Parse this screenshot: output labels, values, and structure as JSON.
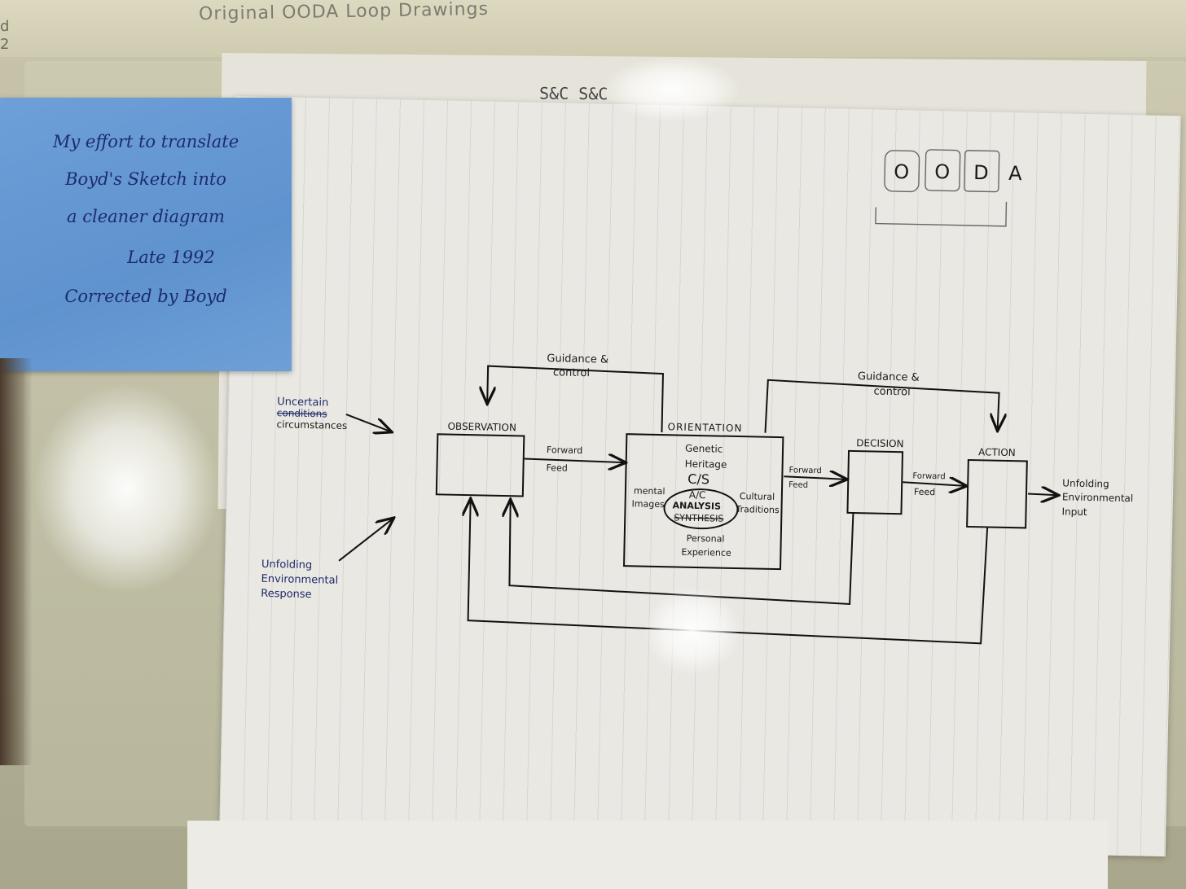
{
  "folder_label": "Original OODA Loop Drawings",
  "folder_edge_marks": [
    "d",
    "2"
  ],
  "sticky_note": {
    "lines": [
      "My effort to translate",
      "Boyd's Sketch into",
      "a cleaner diagram",
      "Late 1992",
      "Corrected by Boyd"
    ]
  },
  "back_sheet_scribble": "S&C   S&C",
  "diagram": {
    "corner_sketch": {
      "letters": [
        "O",
        "O",
        "D",
        "A"
      ]
    },
    "guidance_left": {
      "line1": "Guidance &",
      "line2": "control"
    },
    "guidance_right": {
      "line1": "Guidance &",
      "line2": "control"
    },
    "input_uncertain": {
      "line1": "Uncertain",
      "line2_struck": "conditions",
      "line3": "circumstances"
    },
    "input_unfolding": {
      "line1": "Unfolding",
      "line2": "Environmental",
      "line3": "Response"
    },
    "observation": {
      "label": "OBSERVATION"
    },
    "orientation": {
      "label": "ORIENTATION",
      "genetic": "Genetic",
      "heritage": "Heritage",
      "cs": "C/S",
      "ac": "A/C",
      "analysis": "ANALYSIS",
      "synthesis": "SYNTHESIS",
      "mental": "mental",
      "images": "Images",
      "cultural": "Cultural",
      "traditions": "Traditions",
      "personal": "Personal",
      "experience": "Experience"
    },
    "decision": {
      "label": "DECISION"
    },
    "action": {
      "label": "ACTION"
    },
    "ff1": {
      "line1": "Forward",
      "line2": "Feed"
    },
    "ff2": {
      "line1": "Forward",
      "line2": "Feed"
    },
    "ff3": {
      "line1": "Forward",
      "line2": "Feed"
    },
    "output": {
      "line1": "Unfolding",
      "line2": "Environmental",
      "line3": "Input"
    }
  }
}
